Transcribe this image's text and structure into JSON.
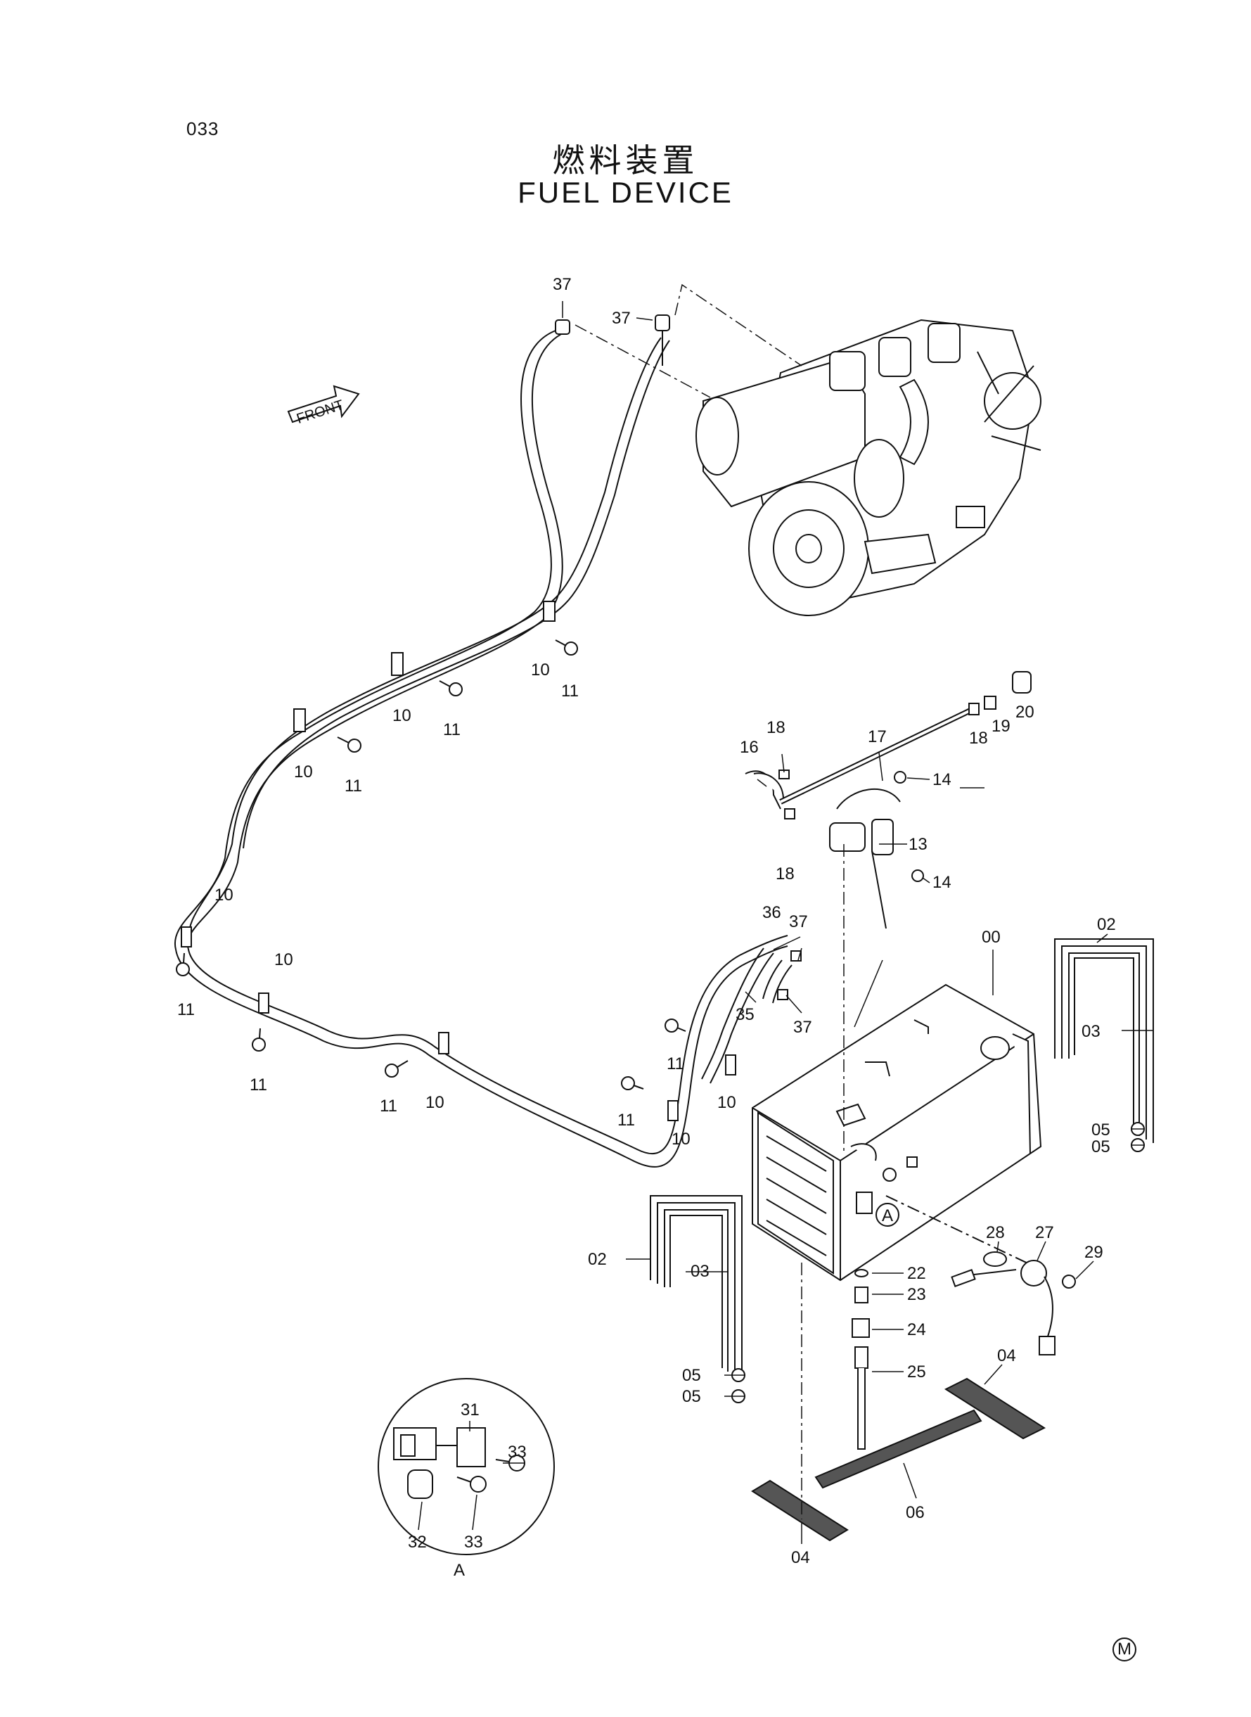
{
  "header": {
    "page_number": "033",
    "title_jp": "燃料装置",
    "title_en": "FUEL DEVICE"
  },
  "front_arrow_label": "FRONT",
  "detail_label": "A",
  "callout_a_label": "A",
  "corner_mark": "M",
  "part_labels": {
    "p37a": "37",
    "p37b": "37",
    "p37c": "37",
    "p37d": "37",
    "p10a": "10",
    "p10b": "10",
    "p10c": "10",
    "p10d": "10",
    "p10e": "10",
    "p10f": "10",
    "p10g": "10",
    "p10h": "10",
    "p11a": "11",
    "p11b": "11",
    "p11c": "11",
    "p11d": "11",
    "p11e": "11",
    "p11f": "11",
    "p11g": "11",
    "p11h": "11",
    "p16": "16",
    "p17": "17",
    "p18a": "18",
    "p18b": "18",
    "p18c": "18",
    "p19": "19",
    "p20": "20",
    "p13": "13",
    "p14a": "14",
    "p14b": "14",
    "p36": "36",
    "p35": "35",
    "p00": "00",
    "p02a": "02",
    "p02b": "02",
    "p03a": "03",
    "p03b": "03",
    "p05a": "05",
    "p05b": "05",
    "p05c": "05",
    "p05d": "05",
    "p28": "28",
    "p27": "27",
    "p29": "29",
    "p22": "22",
    "p23": "23",
    "p24": "24",
    "p25": "25",
    "p04a": "04",
    "p04b": "04",
    "p06": "06",
    "p31": "31",
    "p32": "32",
    "p33a": "33",
    "p33b": "33"
  }
}
